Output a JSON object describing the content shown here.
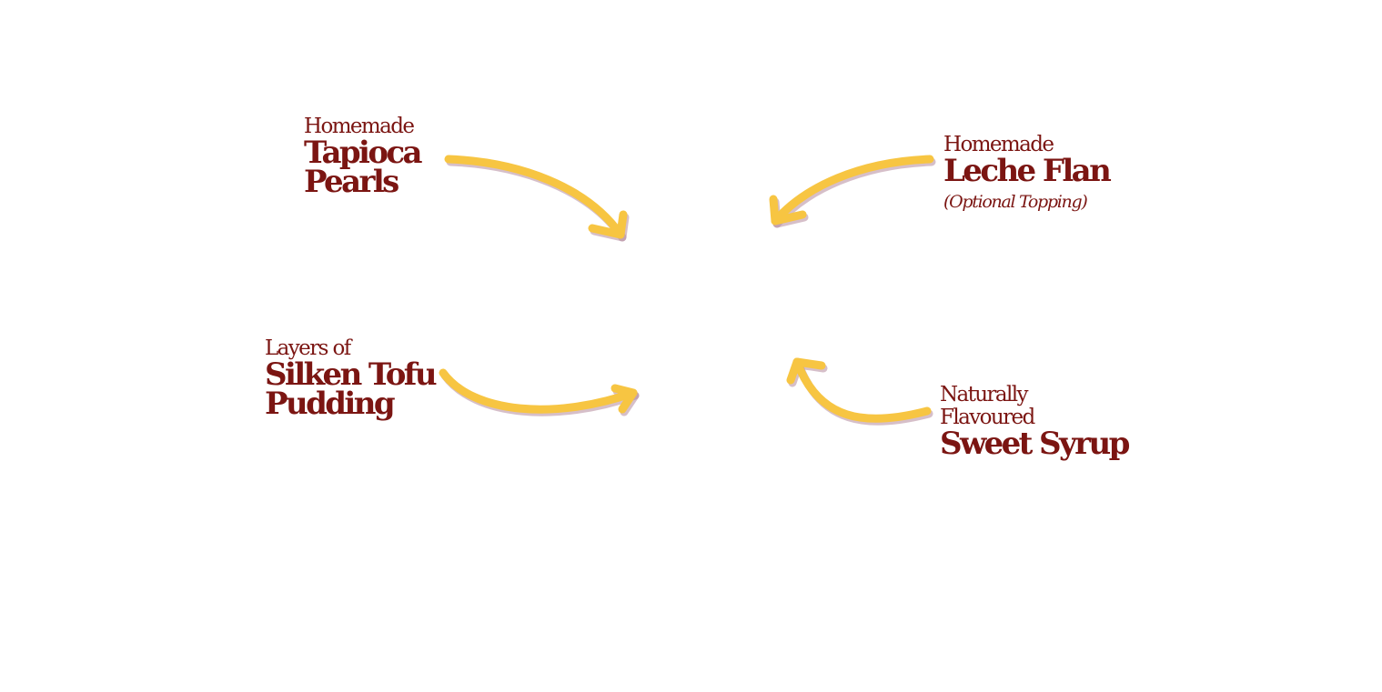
{
  "labels": {
    "tapioca": {
      "line1": "Homemade",
      "line2": "Tapioca",
      "line3": "Pearls"
    },
    "leche": {
      "line1": "Homemade",
      "line2": "Leche Flan",
      "note": "(Optional Topping)"
    },
    "tofu": {
      "line1": "Layers of",
      "line2": "Silken Tofu",
      "line3": "Pudding"
    },
    "syrup": {
      "line1": "Naturally",
      "line2": "Flavoured",
      "line3": "Sweet Syrup"
    }
  },
  "colors": {
    "text": "#7b1512",
    "arrow": "#f7c542",
    "arrow_shadow": "#b48a9c",
    "background": "#ffffff"
  }
}
